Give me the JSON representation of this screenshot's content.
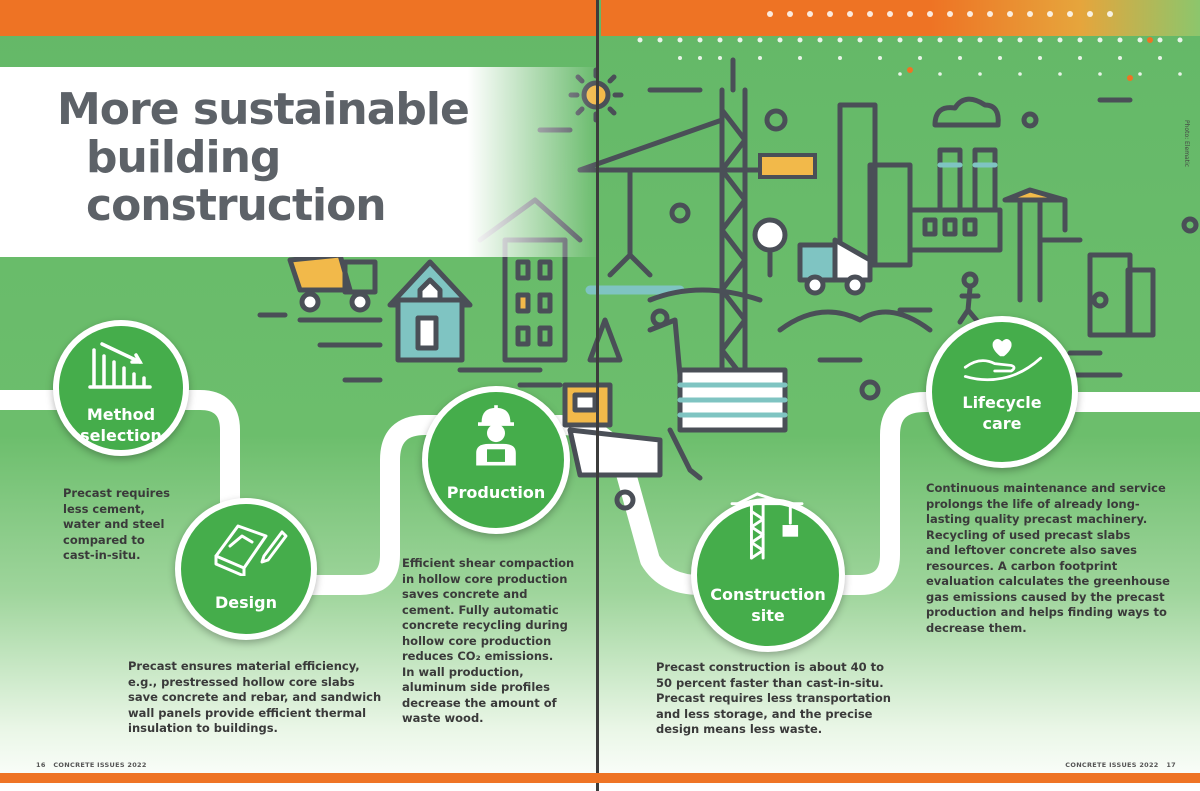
{
  "page": {
    "title_lines": [
      "More sustainable",
      "building",
      "construction"
    ],
    "photo_credit": "Photo: Elematic"
  },
  "steps": [
    {
      "label_lines": [
        "Method",
        "selection"
      ],
      "icon": "bar-chart-down-icon",
      "text_lines": [
        "Precast requires",
        "less cement,",
        "water and steel",
        "compared to",
        "cast-in-situ."
      ]
    },
    {
      "label_lines": [
        "Design"
      ],
      "icon": "blueprint-pencil-icon",
      "text_lines": [
        "Precast ensures material efficiency,",
        "e.g., prestressed hollow core slabs",
        "save concrete and rebar, and sandwich",
        "wall panels provide efficient thermal",
        "insulation to buildings."
      ]
    },
    {
      "label_lines": [
        "Production"
      ],
      "icon": "worker-icon",
      "text_lines": [
        "Efficient shear compaction",
        "in hollow core production",
        "saves concrete and",
        "cement. Fully automatic",
        "concrete recycling during",
        "hollow core production",
        "reduces CO₂ emissions.",
        "In wall production,",
        "aluminum side profiles",
        "decrease the amount of",
        "waste wood."
      ]
    },
    {
      "label_lines": [
        "Construction",
        "site"
      ],
      "icon": "tower-crane-icon",
      "text_lines": [
        "Precast construction is about 40 to",
        "50 percent faster than cast-in-situ.",
        "Precast requires less transportation",
        "and less storage, and the precise",
        "design means less waste."
      ]
    },
    {
      "label_lines": [
        "Lifecycle",
        "care"
      ],
      "icon": "hand-heart-icon",
      "text_lines": [
        "Continuous maintenance and service",
        "prolongs the life of already long-",
        "lasting quality precast machinery.",
        "Recycling of used precast slabs",
        "and leftover concrete also saves",
        "resources. A carbon footprint",
        "evaluation calculates the greenhouse",
        "gas emissions caused by the precast",
        "production and helps finding ways to",
        "decrease them."
      ]
    }
  ],
  "footer": {
    "left_page": "16",
    "left_publication": "CONCRETE ISSUES 2022",
    "right_publication": "CONCRETE ISSUES 2022",
    "right_page": "17"
  },
  "colors": {
    "orange": "#ee7324",
    "green_bg": "#6cbe6c",
    "node_green": "#45ad4b",
    "ink": "#4a4f57",
    "teal": "#7fc4c2",
    "yellow": "#f2b94a"
  }
}
